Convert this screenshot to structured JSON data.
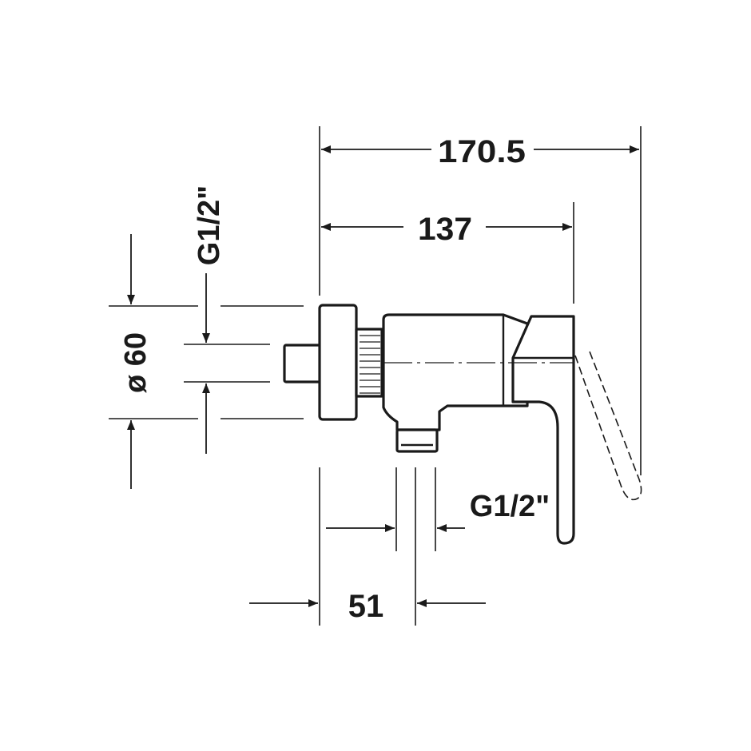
{
  "dimensions": {
    "total_width": "170.5",
    "body_width": "137",
    "diameter": "ø 60",
    "inlet_thread": "G1/2\"",
    "outlet_thread": "G1/2\"",
    "projection": "51"
  },
  "colors": {
    "line": "#1a1a1a",
    "background": "#ffffff"
  }
}
